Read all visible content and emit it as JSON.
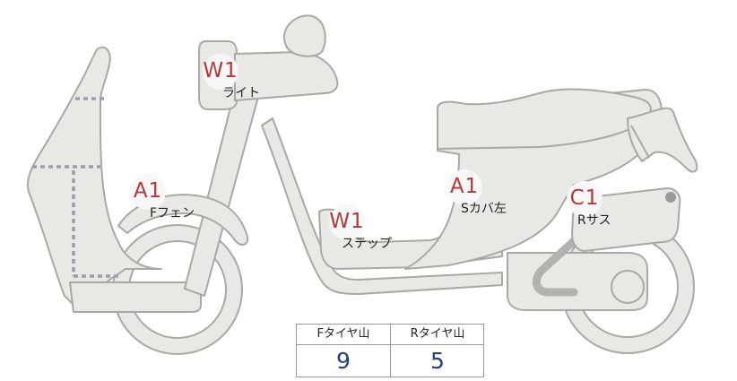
{
  "damage_markers": [
    {
      "id": "light",
      "code": "W1",
      "label": "ライト"
    },
    {
      "id": "front-fender",
      "code": "A1",
      "label": "Fフェン"
    },
    {
      "id": "step",
      "code": "W1",
      "label": "ステップ"
    },
    {
      "id": "side-cover-left",
      "code": "A1",
      "label": "Sカバ左"
    },
    {
      "id": "rear-suspension",
      "code": "C1",
      "label": "Rサス"
    }
  ],
  "tread_table": {
    "front": {
      "header": "Fタイヤ山",
      "value": "9"
    },
    "rear": {
      "header": "Rタイヤ山",
      "value": "5"
    }
  },
  "colors": {
    "marker_code": "#b6373a",
    "tread_value": "#1f3f8f",
    "body_fill": "#e8e8e4",
    "outline": "#a8a8a4",
    "dotted": "#9e9eaa"
  }
}
